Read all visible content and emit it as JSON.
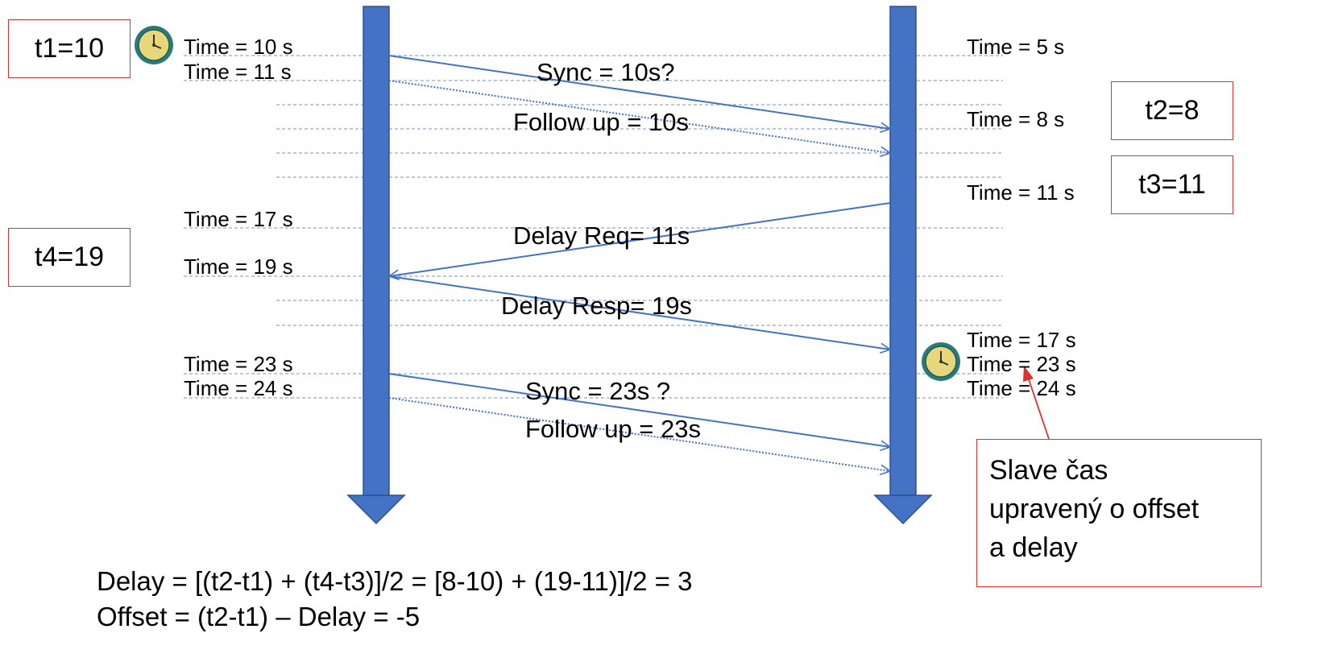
{
  "master_labels": {
    "t10": "Time = 10 s",
    "t11": "Time = 11 s",
    "t17": "Time = 17 s",
    "t19": "Time = 19 s",
    "t23": "Time = 23 s",
    "t24": "Time = 24 s"
  },
  "slave_labels": {
    "t5": "Time = 5 s",
    "t8": "Time = 8 s",
    "t11": "Time = 11 s",
    "t17": "Time = 17 s",
    "t23": "Time = 23 s",
    "t24": "Time = 24 s"
  },
  "messages": {
    "sync1": "Sync = 10s?",
    "follow1": "Follow up  = 10s",
    "delay_req": "Delay Req= 11s",
    "delay_resp": "Delay Resp= 19s",
    "sync2": "Sync = 23s ?",
    "follow2": "Follow up  = 23s"
  },
  "boxes": {
    "t1": "t1=10",
    "t2": "t2=8",
    "t3": "t3=11",
    "t4": "t4=19"
  },
  "note": {
    "line1": "Slave čas",
    "line2": "upravený o offset",
    "line3": "a delay"
  },
  "formulas": {
    "delay": "Delay  = [(t2-t1) + (t4-t3)]/2 = [8-10) + (19-11)]/2 = 3",
    "offset": "Offset = (t2-t1) – Delay = -5"
  },
  "colors": {
    "timeline": "#4472c4",
    "arrow": "#4472c4",
    "gridline": "#8fa8d8",
    "box_border": "#e03030",
    "clock_face": "#e8d67a",
    "clock_rim": "#2a7a7a"
  }
}
